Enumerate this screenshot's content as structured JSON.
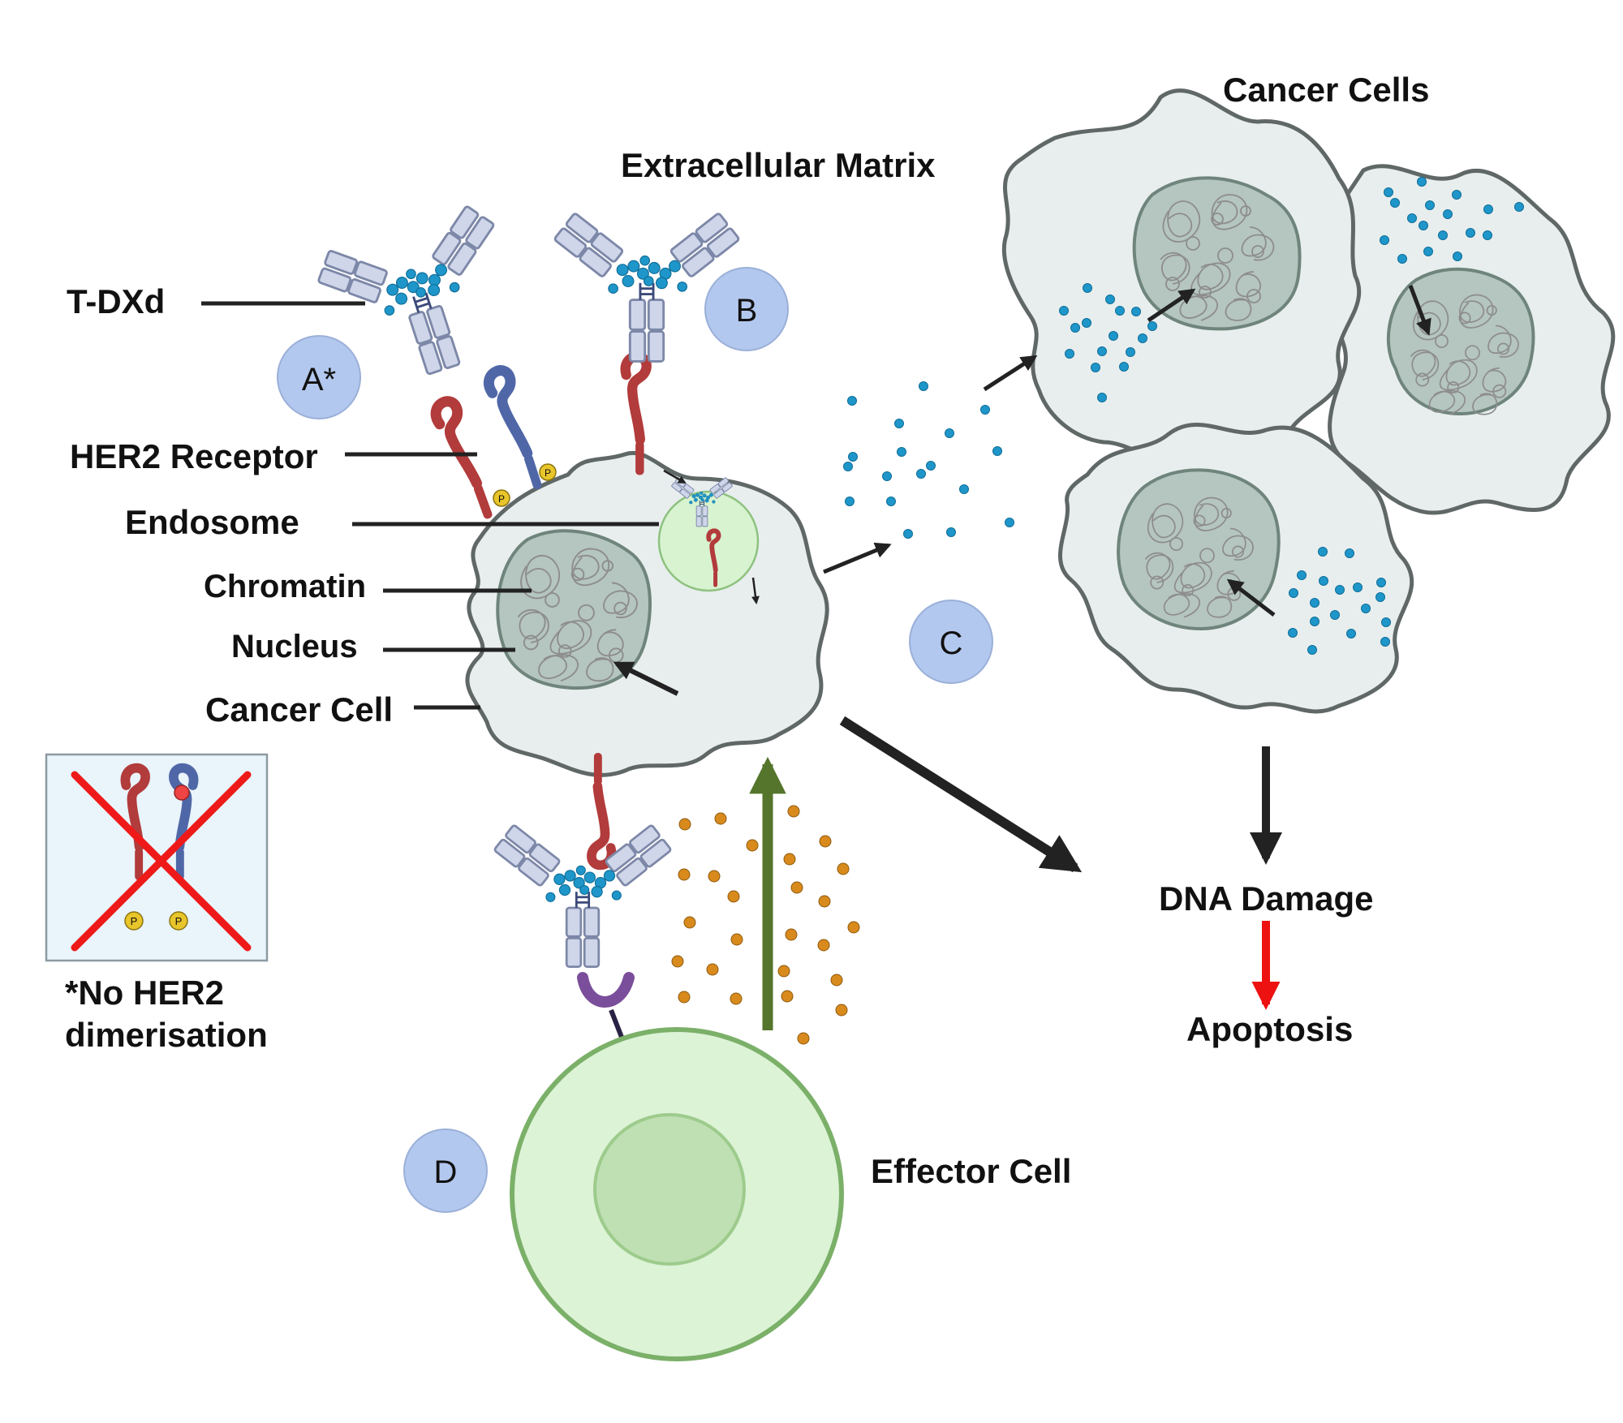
{
  "labels": {
    "extracellular_matrix": "Extracellular Matrix",
    "cancer_cells": "Cancer Cells",
    "t_dxd": "T-DXd",
    "her2_receptor": "HER2 Receptor",
    "endosome": "Endosome",
    "chromatin": "Chromatin",
    "nucleus": "Nucleus",
    "cancer_cell": "Cancer Cell",
    "no_her2_line1": "*No HER2",
    "no_her2_line2": "dimerisation",
    "dna_damage": "DNA Damage",
    "apoptosis": "Apoptosis",
    "effector_cell": "Effector Cell"
  },
  "markers": {
    "a": "A*",
    "b": "B",
    "c": "C",
    "d": "D"
  },
  "phospho_label": "P",
  "colors": {
    "cell_fill": "#e8eeee",
    "cell_stroke": "#5f6866",
    "nucleus_fill": "#b5c5bf",
    "nucleus_stroke": "#6f857c",
    "payload": "#1f96c9",
    "cytokine": "#d88a1c",
    "marker_fill": "#b3c8ee",
    "her2_red": "#b23b3b",
    "her2_blue": "#5067a7",
    "antibody_fill": "#cfd6ea",
    "antibody_stroke": "#7d88a8",
    "effector_fill": "#dcf3d6",
    "effector_stroke": "#7bb069",
    "effector_nucleus": "#bfe0b3",
    "arrow_dark": "#222222",
    "arrow_green": "#54752b",
    "arrow_red": "#ee1111",
    "cross_red": "#ee1a1a",
    "box_fill": "#e9f4fb"
  },
  "icons": {
    "antibody": "antibody-icon",
    "her2": "her2-receptor-icon",
    "fc_receptor": "fc-receptor-icon",
    "chromatin": "chromatin-icon",
    "cross": "cross-icon"
  }
}
